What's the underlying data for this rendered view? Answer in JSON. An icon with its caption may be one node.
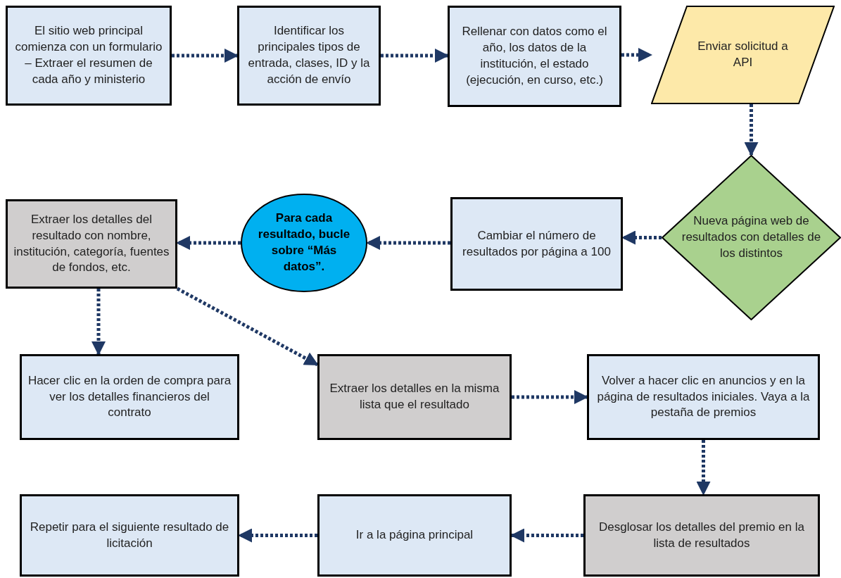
{
  "diagram": {
    "nodes": [
      {
        "text": [
          "El sitio web principal comienza con un formulario – Extraer el resumen de cada año y ministerio"
        ]
      },
      {
        "text": [
          "Identificar los principales tipos de entrada, clases, ID y la acción de envío"
        ]
      },
      {
        "text": [
          "Rellenar con datos como el año, los datos de la institución, el estado (ejecución, en curso, etc.)"
        ]
      },
      {
        "text": [
          "Enviar solicitud a API"
        ]
      },
      {
        "text": [
          "Nueva página web de resultados con detalles de los distintos"
        ]
      },
      {
        "text": [
          "Cambiar el número de resultados por página a 100"
        ]
      },
      {
        "text": [
          "Para cada resultado, bucle sobre “Más datos”."
        ]
      },
      {
        "text": [
          "Extraer los detalles del resultado con nombre, institución, categoría, fuentes de fondos, etc."
        ]
      },
      {
        "text": [
          "Hacer clic en la orden de compra para ver los detalles financieros del contrato"
        ]
      },
      {
        "text": [
          "Extraer los detalles en la misma lista que el resultado"
        ]
      },
      {
        "text": [
          "Volver a hacer clic en anuncios y en la página de resultados iniciales. Vaya a la pestaña de premios"
        ]
      },
      {
        "text": [
          "Desglosar los detalles del premio en la lista de resultados"
        ]
      },
      {
        "text": [
          "Ir a la página principal"
        ]
      },
      {
        "text": [
          "Repetir para el siguiente resultado de licitación"
        ]
      }
    ],
    "edges": [
      {
        "from": 0,
        "to": 1,
        "arrow": "to"
      },
      {
        "from": 1,
        "to": 2,
        "arrow": "to"
      },
      {
        "from": 2,
        "to": 3,
        "arrow": "to"
      },
      {
        "from": 3,
        "to": 4,
        "arrow": "to"
      },
      {
        "from": 4,
        "to": 5,
        "arrow": "to"
      },
      {
        "from": 5,
        "to": 6,
        "arrow": "to"
      },
      {
        "from": 6,
        "to": 7,
        "arrow": "to"
      },
      {
        "from": 7,
        "to": 8,
        "arrow": "to"
      },
      {
        "from": 7,
        "to": 9,
        "arrow": "to"
      },
      {
        "from": 9,
        "to": 10,
        "arrow": "to"
      },
      {
        "from": 10,
        "to": 11,
        "arrow": "to"
      },
      {
        "from": 11,
        "to": 12,
        "arrow": "to"
      },
      {
        "from": 12,
        "to": 13,
        "arrow": "to"
      }
    ]
  }
}
